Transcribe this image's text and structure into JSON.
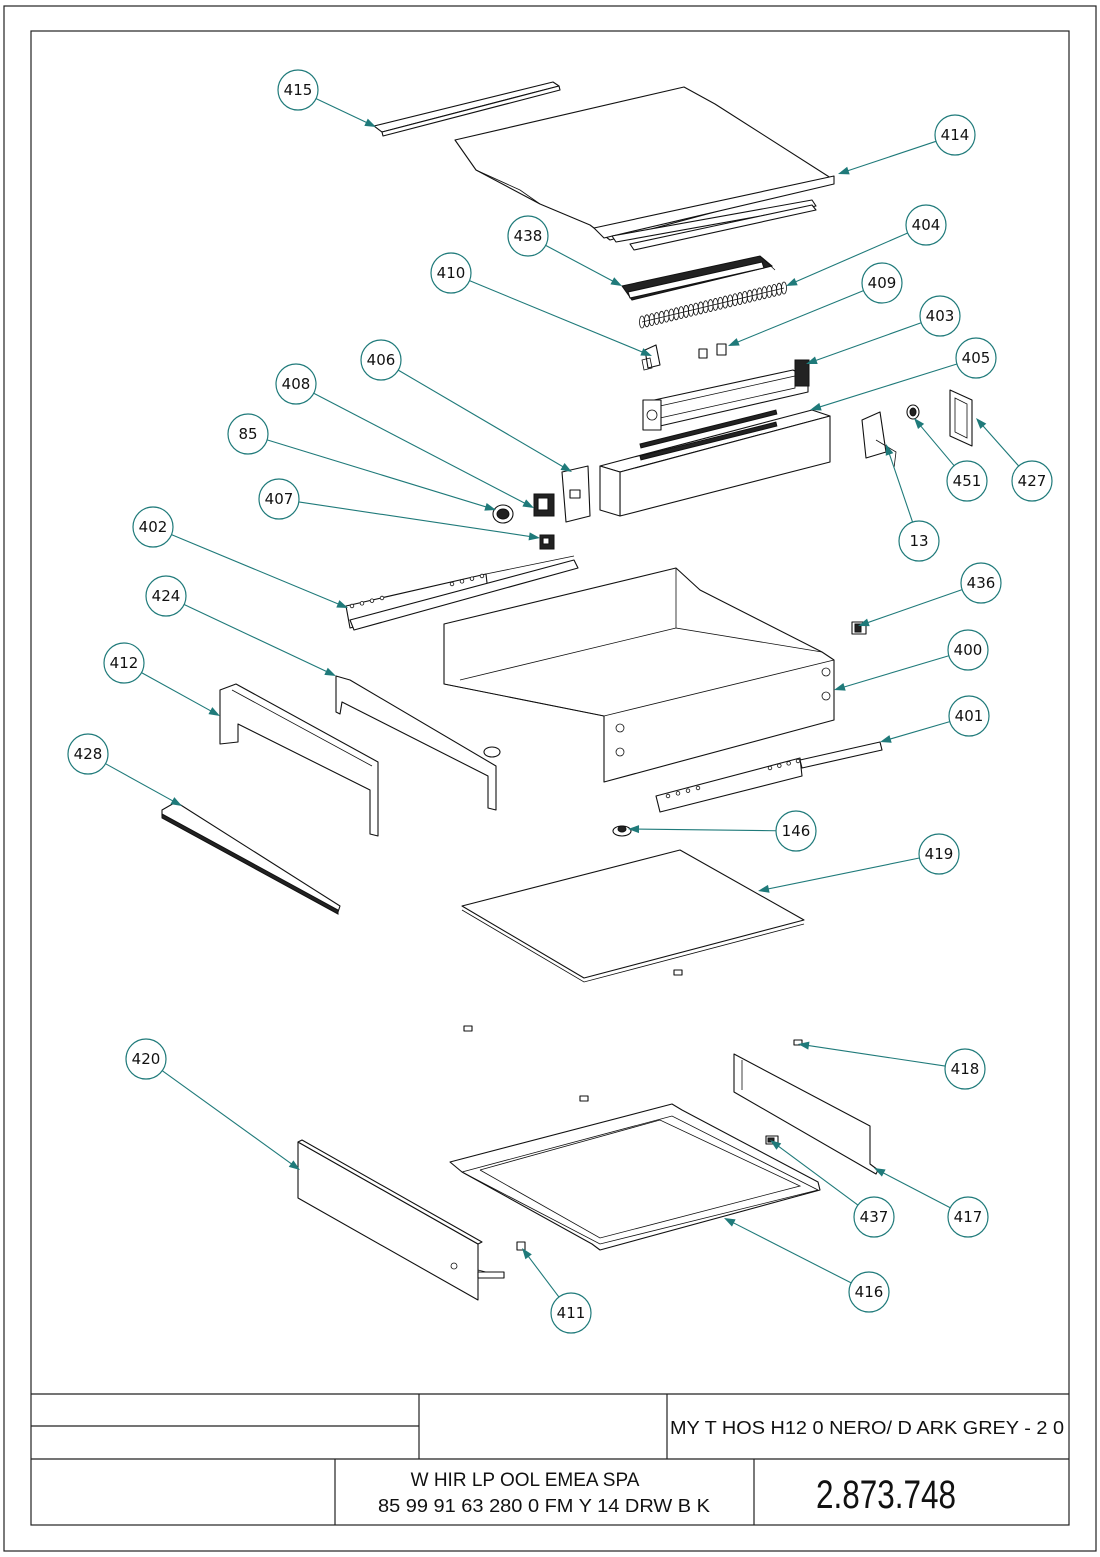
{
  "callouts": [
    {
      "id": "c415",
      "label": "415"
    },
    {
      "id": "c414",
      "label": "414"
    },
    {
      "id": "c438",
      "label": "438"
    },
    {
      "id": "c404",
      "label": "404"
    },
    {
      "id": "c410",
      "label": "410"
    },
    {
      "id": "c409",
      "label": "409"
    },
    {
      "id": "c403",
      "label": "403"
    },
    {
      "id": "c406",
      "label": "406"
    },
    {
      "id": "c405",
      "label": "405"
    },
    {
      "id": "c408",
      "label": "408"
    },
    {
      "id": "c85",
      "label": "85"
    },
    {
      "id": "c407",
      "label": "407"
    },
    {
      "id": "c451",
      "label": "451"
    },
    {
      "id": "c427",
      "label": "427"
    },
    {
      "id": "c13",
      "label": "13"
    },
    {
      "id": "c402",
      "label": "402"
    },
    {
      "id": "c436",
      "label": "436"
    },
    {
      "id": "c424",
      "label": "424"
    },
    {
      "id": "c400",
      "label": "400"
    },
    {
      "id": "c412",
      "label": "412"
    },
    {
      "id": "c401",
      "label": "401"
    },
    {
      "id": "c428",
      "label": "428"
    },
    {
      "id": "c146",
      "label": "146"
    },
    {
      "id": "c419",
      "label": "419"
    },
    {
      "id": "c420",
      "label": "420"
    },
    {
      "id": "c418",
      "label": "418"
    },
    {
      "id": "c437",
      "label": "437"
    },
    {
      "id": "c417",
      "label": "417"
    },
    {
      "id": "c416",
      "label": "416"
    },
    {
      "id": "c411",
      "label": "411"
    }
  ],
  "title_block": {
    "model_line": "MY T HOS H12    0 NERO/   D ARK GREY         - 2 0",
    "company": "W HIR LP  OOL EMEA SPA",
    "code_line": "85 99 91 63 280  0  FM   Y 14   DRW    B K",
    "drawing_number": "2.873.748"
  },
  "colors": {
    "leader": "#1f7a7a",
    "line": "#111111"
  }
}
